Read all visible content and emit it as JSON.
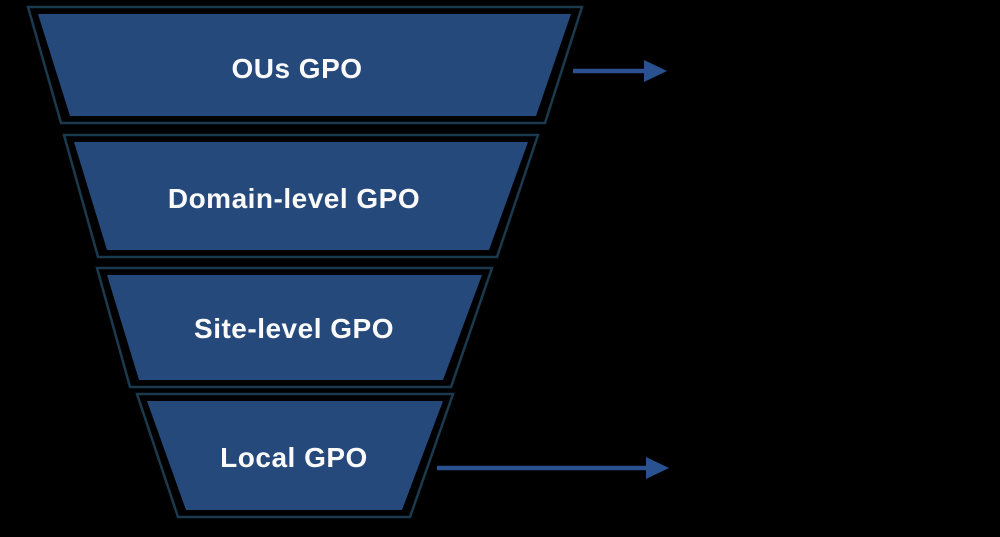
{
  "diagram": {
    "type": "funnel",
    "orientation": "inverted-pyramid",
    "levels": [
      {
        "label": "OUs GPO",
        "arrow_right": true
      },
      {
        "label": "Domain-level GPO",
        "arrow_right": false
      },
      {
        "label": "Site-level GPO",
        "arrow_right": false
      },
      {
        "label": "Local GPO",
        "arrow_right": true
      }
    ],
    "colors": {
      "segment-fill": "#26497B",
      "segment-outline": "#1B3A4D",
      "arrow": "#2A5290",
      "label-text": "#FAFAFA",
      "background": "#000000"
    }
  }
}
